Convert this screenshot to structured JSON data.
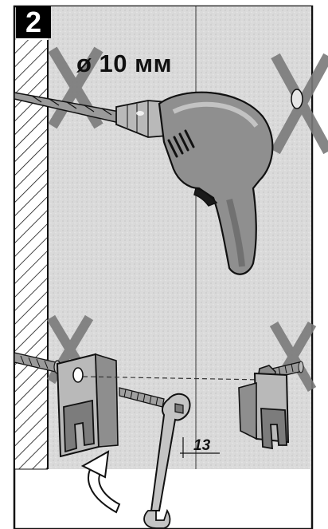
{
  "step": {
    "number": "2"
  },
  "drill": {
    "diameter_label": "ø 10 мм"
  },
  "wrench": {
    "size_label": "13"
  },
  "colors": {
    "wall": "#d9d9d9",
    "line": "#111111",
    "gray_dark": "#7c7c7c",
    "gray_mid": "#a9a9a9",
    "gray_light": "#cfcfcf"
  }
}
